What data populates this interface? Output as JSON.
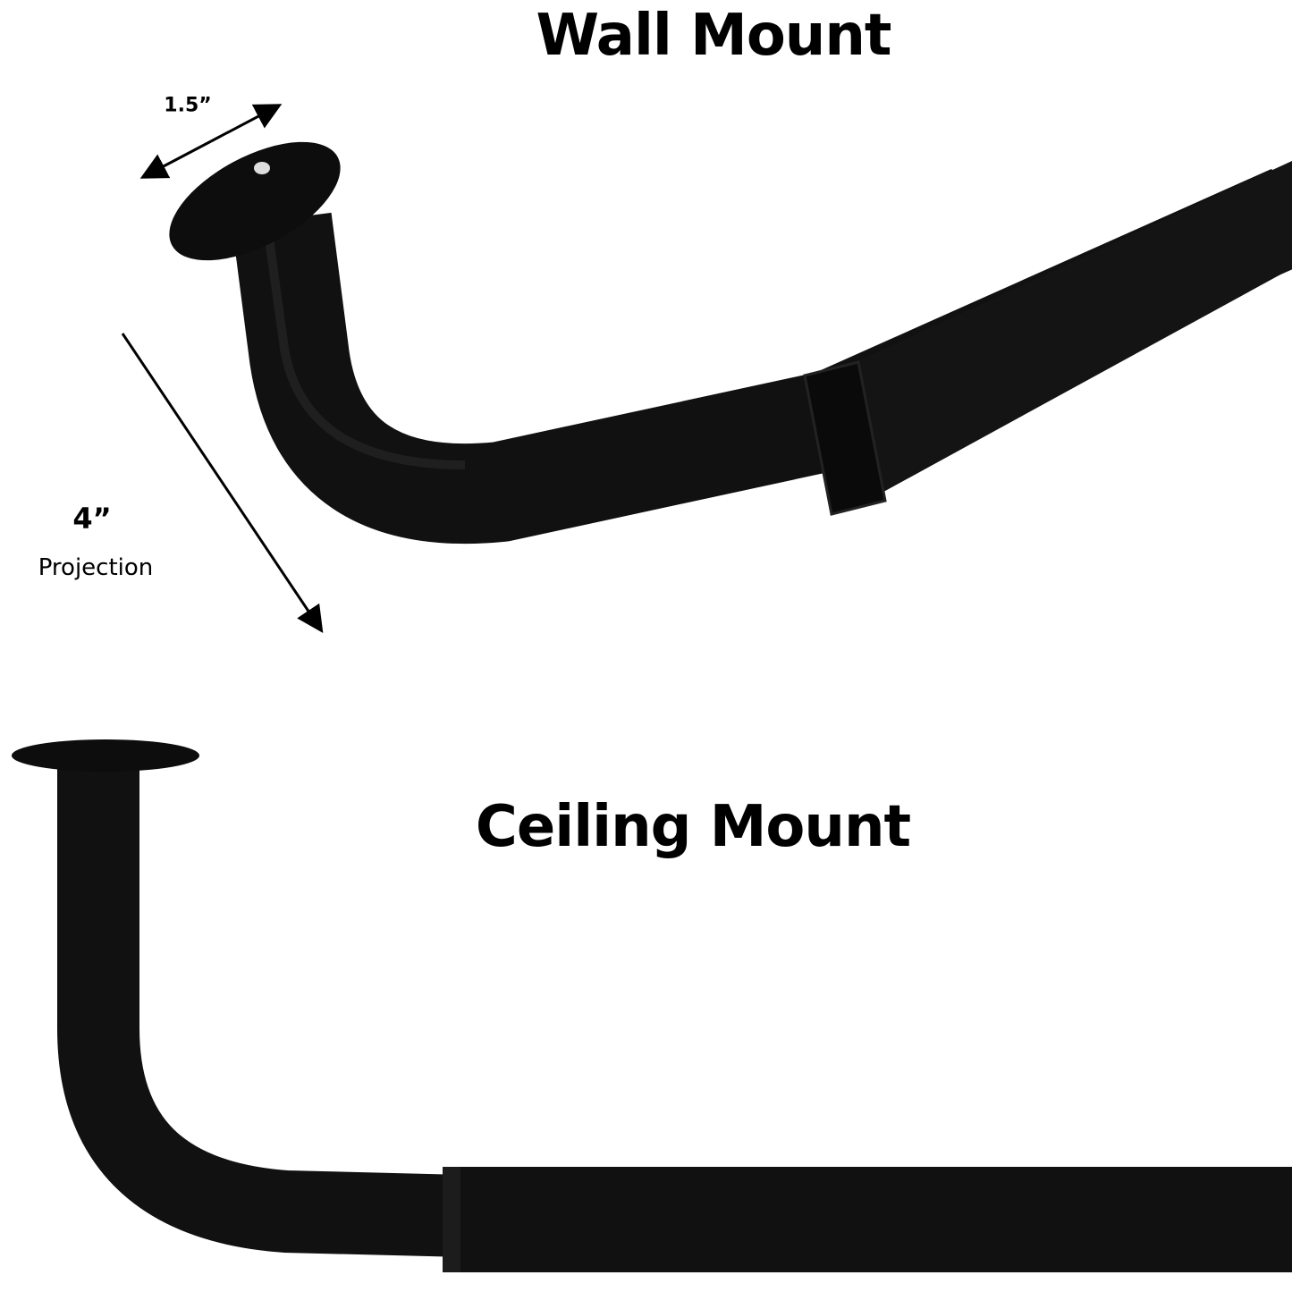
{
  "wall_mount": {
    "title": "Wall Mount",
    "width_label": "1.5”",
    "projection_value": "4”",
    "projection_label": "Projection"
  },
  "ceiling_mount": {
    "title": "Ceiling Mount"
  },
  "colors": {
    "rod": "#111111",
    "highlight": "#2a2a2a",
    "background": "#ffffff"
  }
}
